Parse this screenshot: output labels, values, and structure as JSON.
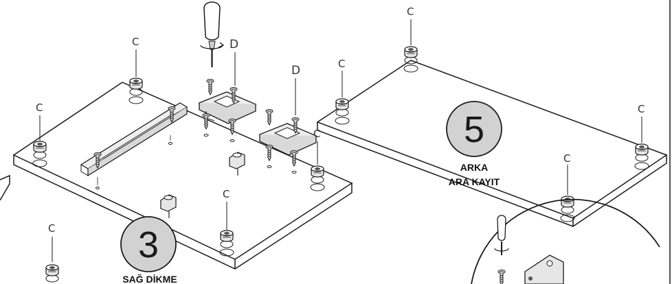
{
  "panels": {
    "left": {
      "number": "3",
      "caption": "SAĞ DİKME"
    },
    "right": {
      "number": "5",
      "caption_line1": "ARKA",
      "caption_line2": "ARA KAYIT"
    }
  },
  "labels": {
    "cam_lock": "C",
    "hinge_plate": "D"
  },
  "colors": {
    "line": "#1a1a1a",
    "badge_fill": "#d2d2d2",
    "part_fill": "#e6e6e6"
  }
}
